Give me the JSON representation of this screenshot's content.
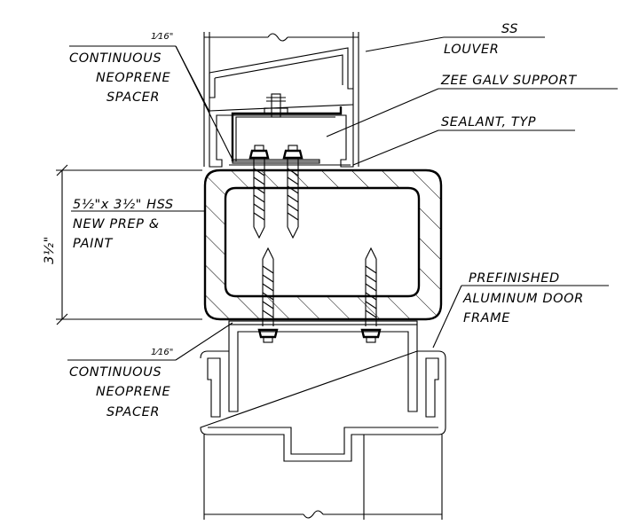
{
  "labels": {
    "louver_line1": "SS",
    "louver_line2": "LOUVER",
    "spacer_top_fraction": "1⁄16\"",
    "spacer_top_line1": "CONTINUOUS",
    "spacer_top_line2": "NEOPRENE",
    "spacer_top_line3": "SPACER",
    "zee_support": "ZEE GALV SUPPORT",
    "sealant": "SEALANT, TYP",
    "hss_line1": "5½\"x 3½\" HSS",
    "hss_line2": "NEW PREP &",
    "hss_line3": "PAINT",
    "dimension": "3½\"",
    "frame_line1": "PREFINISHED",
    "frame_line2": "ALUMINUM DOOR",
    "frame_line3": "FRAME",
    "spacer_bottom_fraction": "1⁄16\"",
    "spacer_bottom_line1": "CONTINUOUS",
    "spacer_bottom_line2": "NEOPRENE",
    "spacer_bottom_line3": "SPACER"
  }
}
